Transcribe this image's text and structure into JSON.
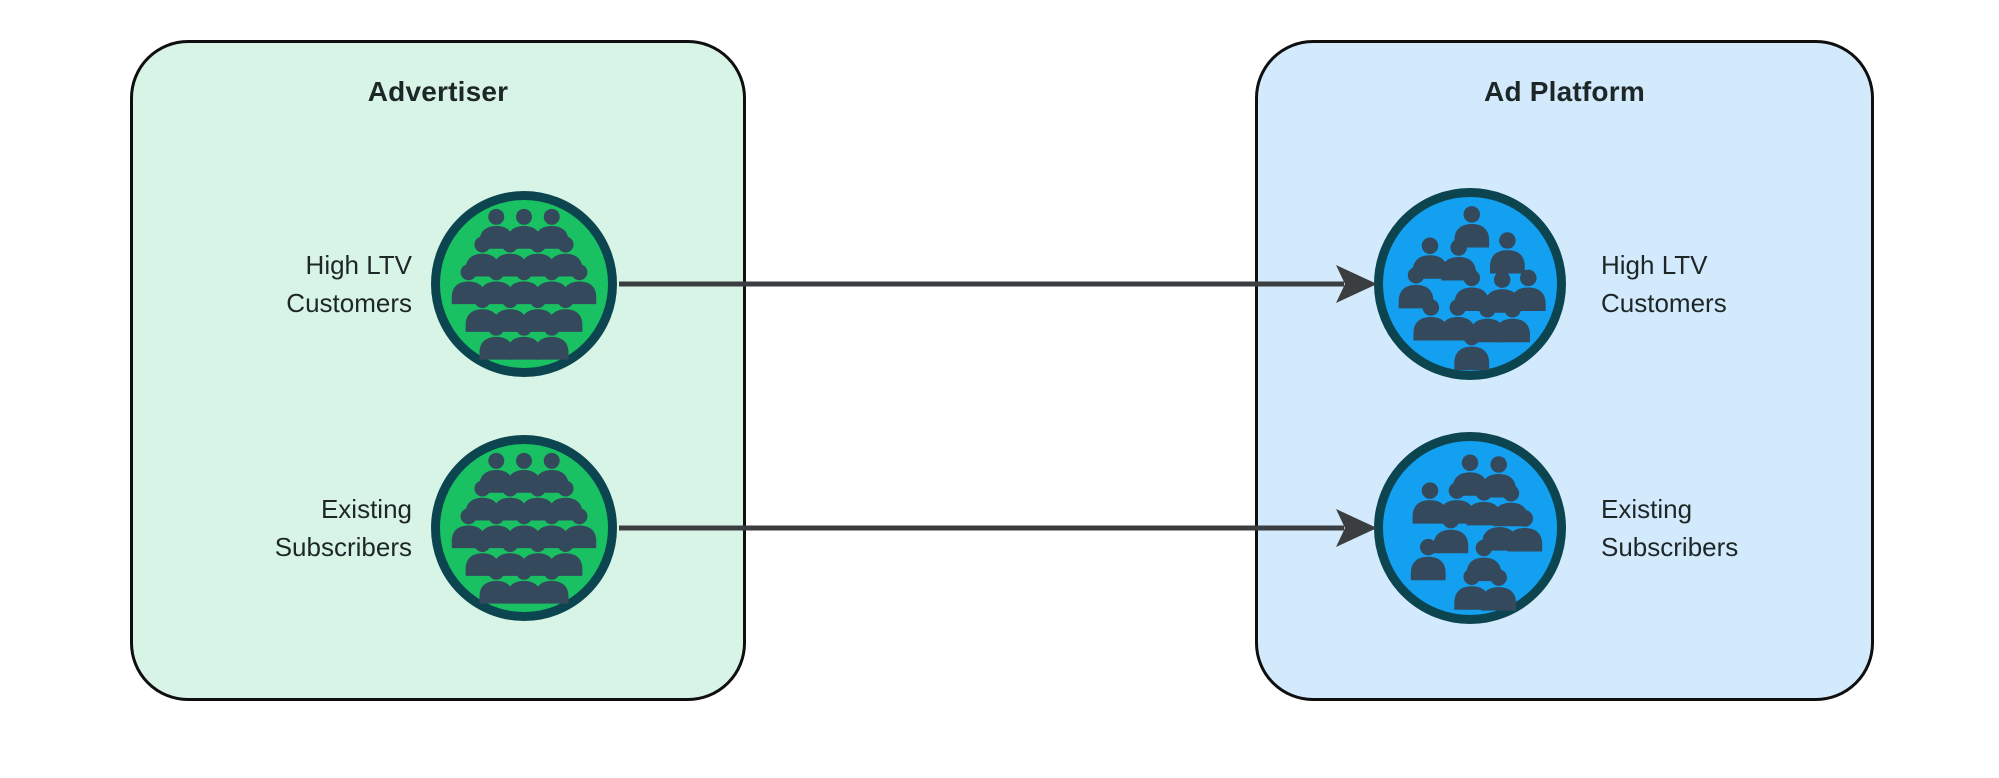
{
  "diagram": {
    "background": "#ffffff",
    "text_color": "#1d2727",
    "arrow_color": "#3a3e41",
    "panels": {
      "advertiser": {
        "title": "Advertiser",
        "fill": "#d8f4e6",
        "border_color": "#0f0f0f",
        "audiences": [
          {
            "label": "High LTV\nCustomers",
            "people_count": 19,
            "circle_fill": "#19c163",
            "ring_color": "#0c4550",
            "people_color": "#34495c"
          },
          {
            "label": "Existing\nSubscribers",
            "people_count": 19,
            "circle_fill": "#19c163",
            "ring_color": "#0c4550",
            "people_color": "#34495c"
          }
        ]
      },
      "ad_platform": {
        "title": "Ad Platform",
        "fill": "#d3eafd",
        "border_color": "#0f0f0f",
        "audiences": [
          {
            "label": "High LTV\nCustomers",
            "people_count": 13,
            "circle_fill": "#13a0f1",
            "ring_color": "#0c4550",
            "people_color": "#34495c"
          },
          {
            "label": "Existing\nSubscribers",
            "people_count": 13,
            "circle_fill": "#13a0f1",
            "ring_color": "#0c4550",
            "people_color": "#34495c"
          }
        ]
      }
    },
    "arrows": [
      {
        "from": "Advertiser High LTV Customers",
        "to": "Ad Platform High LTV Customers"
      },
      {
        "from": "Advertiser Existing Subscribers",
        "to": "Ad Platform Existing Subscribers"
      }
    ]
  }
}
